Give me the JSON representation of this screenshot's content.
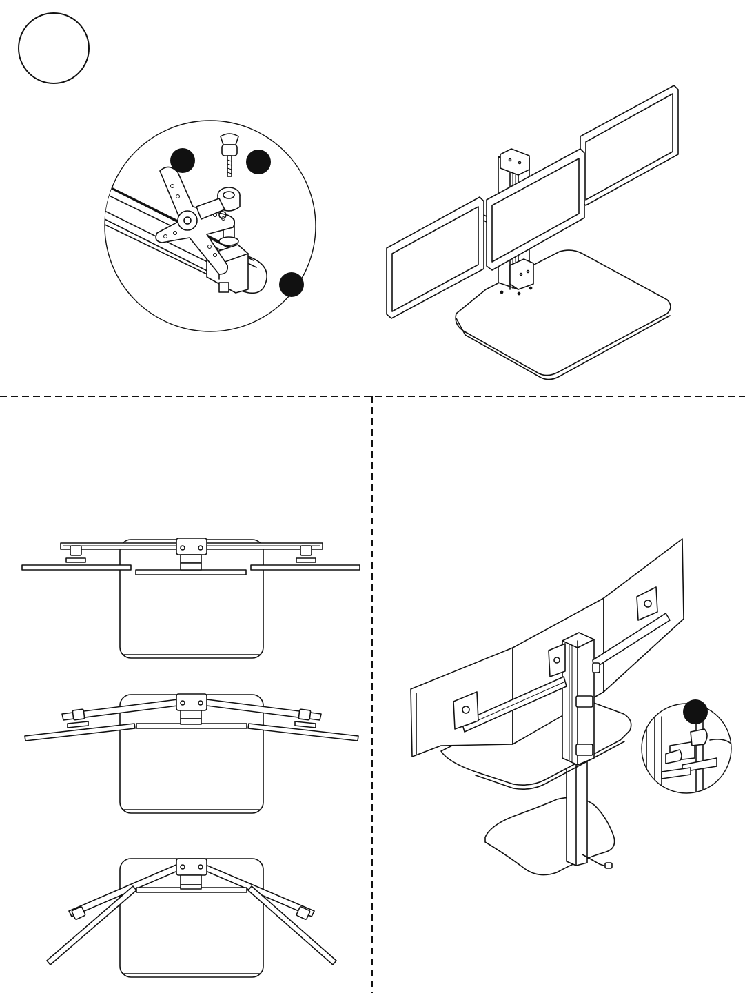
{
  "page": {
    "background": "#ffffff",
    "line_color": "#111111"
  },
  "step": {
    "number": ""
  },
  "callouts": [
    {
      "id": "upper-left-callout",
      "label": ""
    },
    {
      "id": "upper-right-callout",
      "label": ""
    },
    {
      "id": "lower-callout",
      "label": ""
    },
    {
      "id": "cable-clip-callout",
      "label": ""
    }
  ],
  "panels": [
    {
      "id": "vesa-plate-detail",
      "icon": "vesa-mount-icon"
    },
    {
      "id": "triple-monitor-front",
      "icon": "monitor-stand-icon"
    },
    {
      "id": "top-view-flat",
      "icon": "top-view-icon"
    },
    {
      "id": "top-view-slight-angle",
      "icon": "top-view-icon"
    },
    {
      "id": "top-view-wrap",
      "icon": "top-view-icon"
    },
    {
      "id": "rear-view-cable-management",
      "icon": "cable-clip-icon"
    }
  ]
}
